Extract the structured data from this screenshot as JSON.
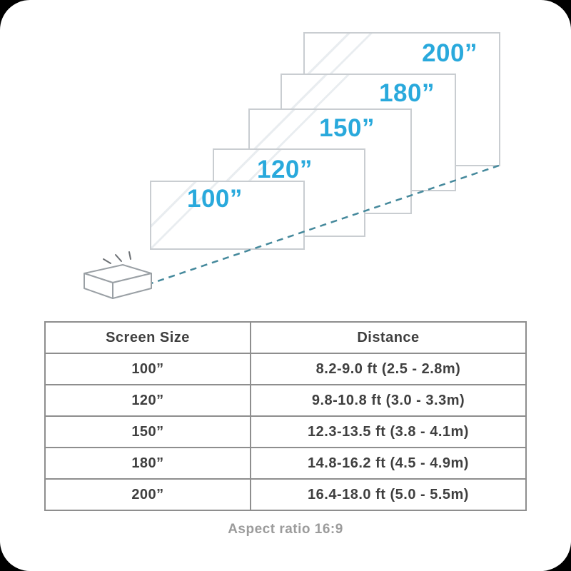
{
  "diagram": {
    "accent_color": "#29a9dc",
    "beam_color": "#45899c",
    "screens": [
      {
        "label": "200”"
      },
      {
        "label": "180”"
      },
      {
        "label": "150”"
      },
      {
        "label": "120”"
      },
      {
        "label": "100”"
      }
    ]
  },
  "table": {
    "headers": [
      "Screen Size",
      "Distance"
    ],
    "rows": [
      [
        "100”",
        "8.2-9.0 ft (2.5 - 2.8m)"
      ],
      [
        "120”",
        "9.8-10.8 ft (3.0 - 3.3m)"
      ],
      [
        "150”",
        "12.3-13.5 ft (3.8 - 4.1m)"
      ],
      [
        "180”",
        "14.8-16.2 ft (4.5 - 4.9m)"
      ],
      [
        "200”",
        "16.4-18.0 ft (5.0 - 5.5m)"
      ]
    ]
  },
  "caption": "Aspect ratio 16:9"
}
